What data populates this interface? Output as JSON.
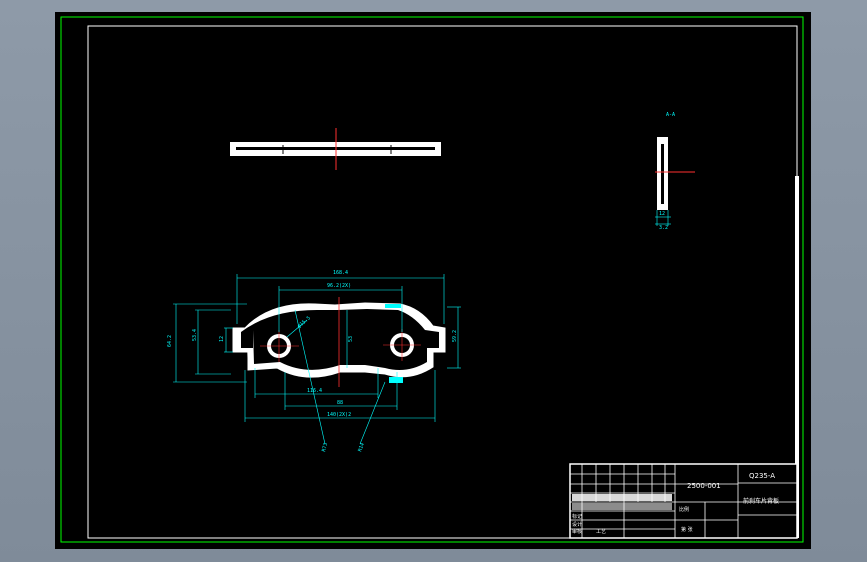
{
  "colors": {
    "background": "#000000",
    "frame": "#00ff00",
    "border": "#ffffff",
    "part": "#ffffff",
    "dimension": "#00ffff",
    "centerline": "#ff0000"
  },
  "section_label": "A-A",
  "dimensions": {
    "overall_width_top": "168.4",
    "inner_width_top": "96.2(2X)",
    "overall_height": "64.2",
    "left_height": "53.4",
    "right_height": "59.2",
    "center_height": "53",
    "side_step": "12",
    "hole_dia": "φ15.5",
    "bottom_inner": "116.4",
    "bottom_center": "88",
    "overall_width_bottom": "140(2X)2",
    "radius_left": "R73",
    "radius_right": "R14",
    "section_thickness_1": "12",
    "section_thickness_2": "3.2"
  },
  "title_block": {
    "drawing_number": "2500-001",
    "material": "Q235-A",
    "part_name": "前刹车片背板",
    "scale_label": "比例",
    "sheet_label": "第 张",
    "rows_left": [
      "标记",
      "设计",
      "审核",
      "工艺"
    ]
  }
}
